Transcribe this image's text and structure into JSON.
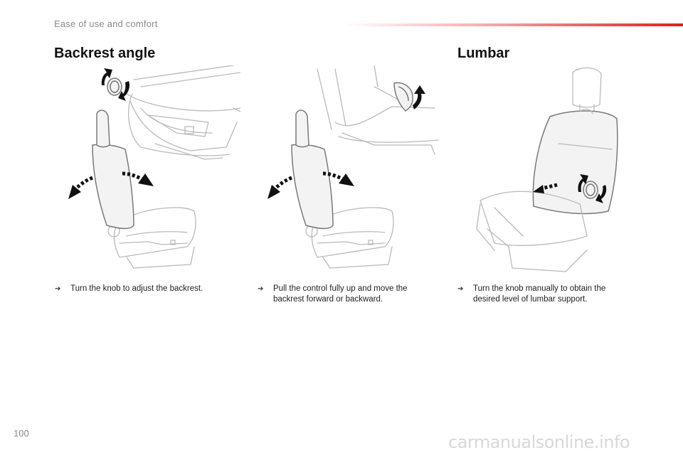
{
  "header": {
    "section": "Ease of use and comfort"
  },
  "sections": {
    "backrest": {
      "title": "Backrest angle"
    },
    "lumbar": {
      "title": "Lumbar"
    }
  },
  "instructions": [
    {
      "bullet": "➔",
      "text": "Turn the knob to adjust the backrest."
    },
    {
      "bullet": "➔",
      "text": "Pull the control fully up and move the backrest forward or backward."
    },
    {
      "bullet": "➔",
      "text": "Turn the knob manually to obtain the desired level of lumbar support."
    }
  ],
  "footer": {
    "page_number": "100",
    "watermark": "carmanualsonline.info"
  },
  "colors": {
    "accent_red": "#e31b23",
    "header_gray": "#8a8a8a"
  },
  "icons": [
    "seat-knob-illustration",
    "seat-lever-illustration",
    "seat-lumbar-illustration",
    "rotate-arrow-icon",
    "tilt-arrow-icon"
  ]
}
